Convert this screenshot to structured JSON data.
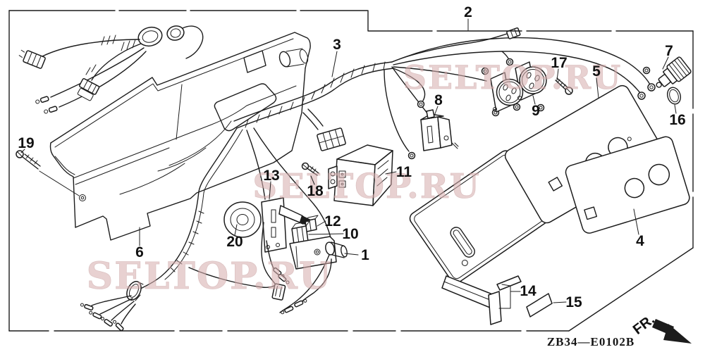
{
  "diagram": {
    "type": "exploded-parts-diagram",
    "line_color": "#1c1c1c",
    "background": "#ffffff"
  },
  "watermark": {
    "text": "SELTOP.RU",
    "color": "#d8b0b0"
  },
  "footer": {
    "code": "ZB34—E0102B",
    "direction": "FR."
  },
  "callouts": {
    "n1": "1",
    "n2": "2",
    "n3": "3",
    "n4": "4",
    "n5": "5",
    "n6": "6",
    "n7": "7",
    "n8": "8",
    "n9": "9",
    "n10": "10",
    "n11": "11",
    "n12": "12",
    "n13": "13",
    "n14": "14",
    "n15": "15",
    "n16": "16",
    "n17": "17",
    "n18": "18",
    "n19": "19",
    "n20": "20"
  }
}
